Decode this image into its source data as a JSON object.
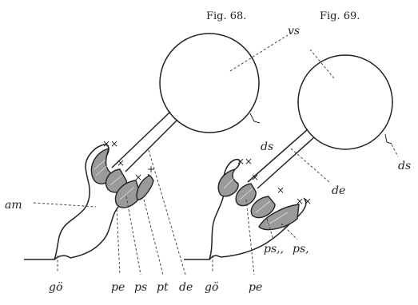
{
  "figures": [
    {
      "title": "Fig. 68.",
      "labels": {
        "vs": "vs",
        "ds": "ds",
        "am": "am",
        "go": "gö",
        "pe": "pe",
        "ps": "ps",
        "pt": "pt",
        "de": "de"
      },
      "marks": {
        "cross2": "××",
        "cross1": "×",
        "tick": "+"
      }
    },
    {
      "title": "Fig. 69.",
      "labels": {
        "vs": "vs",
        "ds": "ds",
        "de": "de",
        "go": "gö",
        "pe": "pe",
        "ps2": "ps,,",
        "ps1": "ps,"
      },
      "marks": {
        "cross2a": "××",
        "cross1": "×",
        "cross1b": "×",
        "cross2b": "××"
      }
    }
  ],
  "colors": {
    "ink": "#222222",
    "shading": "#9a9a9a",
    "background": "#ffffff"
  }
}
